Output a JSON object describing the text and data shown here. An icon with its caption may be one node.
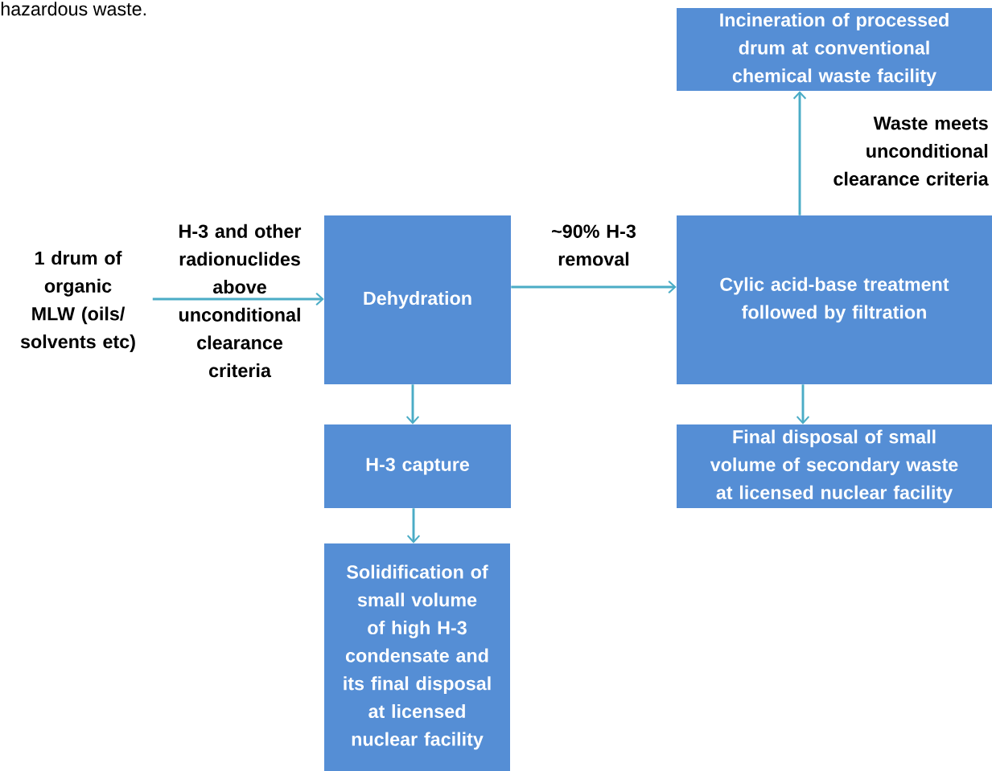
{
  "diagram": {
    "nodes": [
      {
        "text": [
          "1 drum of organic MLW (oils/ solvents etc)"
        ]
      },
      {
        "text": [
          "Dehydration"
        ]
      },
      {
        "text": [
          "Cylic acid-base treatment followed by filtration"
        ]
      },
      {
        "text": [
          "Incineration of processed drum at conventional chemical waste facility"
        ]
      },
      {
        "text": [
          "H-3 capture"
        ]
      },
      {
        "text": [
          "Solidification of small volume of high H-3 condensate and its final disposal at licensed nuclear facility"
        ]
      },
      {
        "text": [
          "Final disposal of small volume of secondary waste at licensed nuclear facility"
        ]
      }
    ],
    "edges": [
      {
        "from": 0,
        "to": 1,
        "arrow": "to",
        "label": "H-3 and other radionuclides above unconditional clearance criteria"
      },
      {
        "from": 1,
        "to": 2,
        "arrow": "to",
        "label": "~90% H-3  removal"
      },
      {
        "from": 2,
        "to": 3,
        "arrow": "to",
        "label": "Waste meets unconditional clearance criteria"
      },
      {
        "from": 1,
        "to": 4,
        "arrow": "to"
      },
      {
        "from": 4,
        "to": 5,
        "arrow": "to"
      },
      {
        "from": 2,
        "to": 6,
        "arrow": "to"
      }
    ],
    "labels": [
      "hazardous waste."
    ]
  }
}
